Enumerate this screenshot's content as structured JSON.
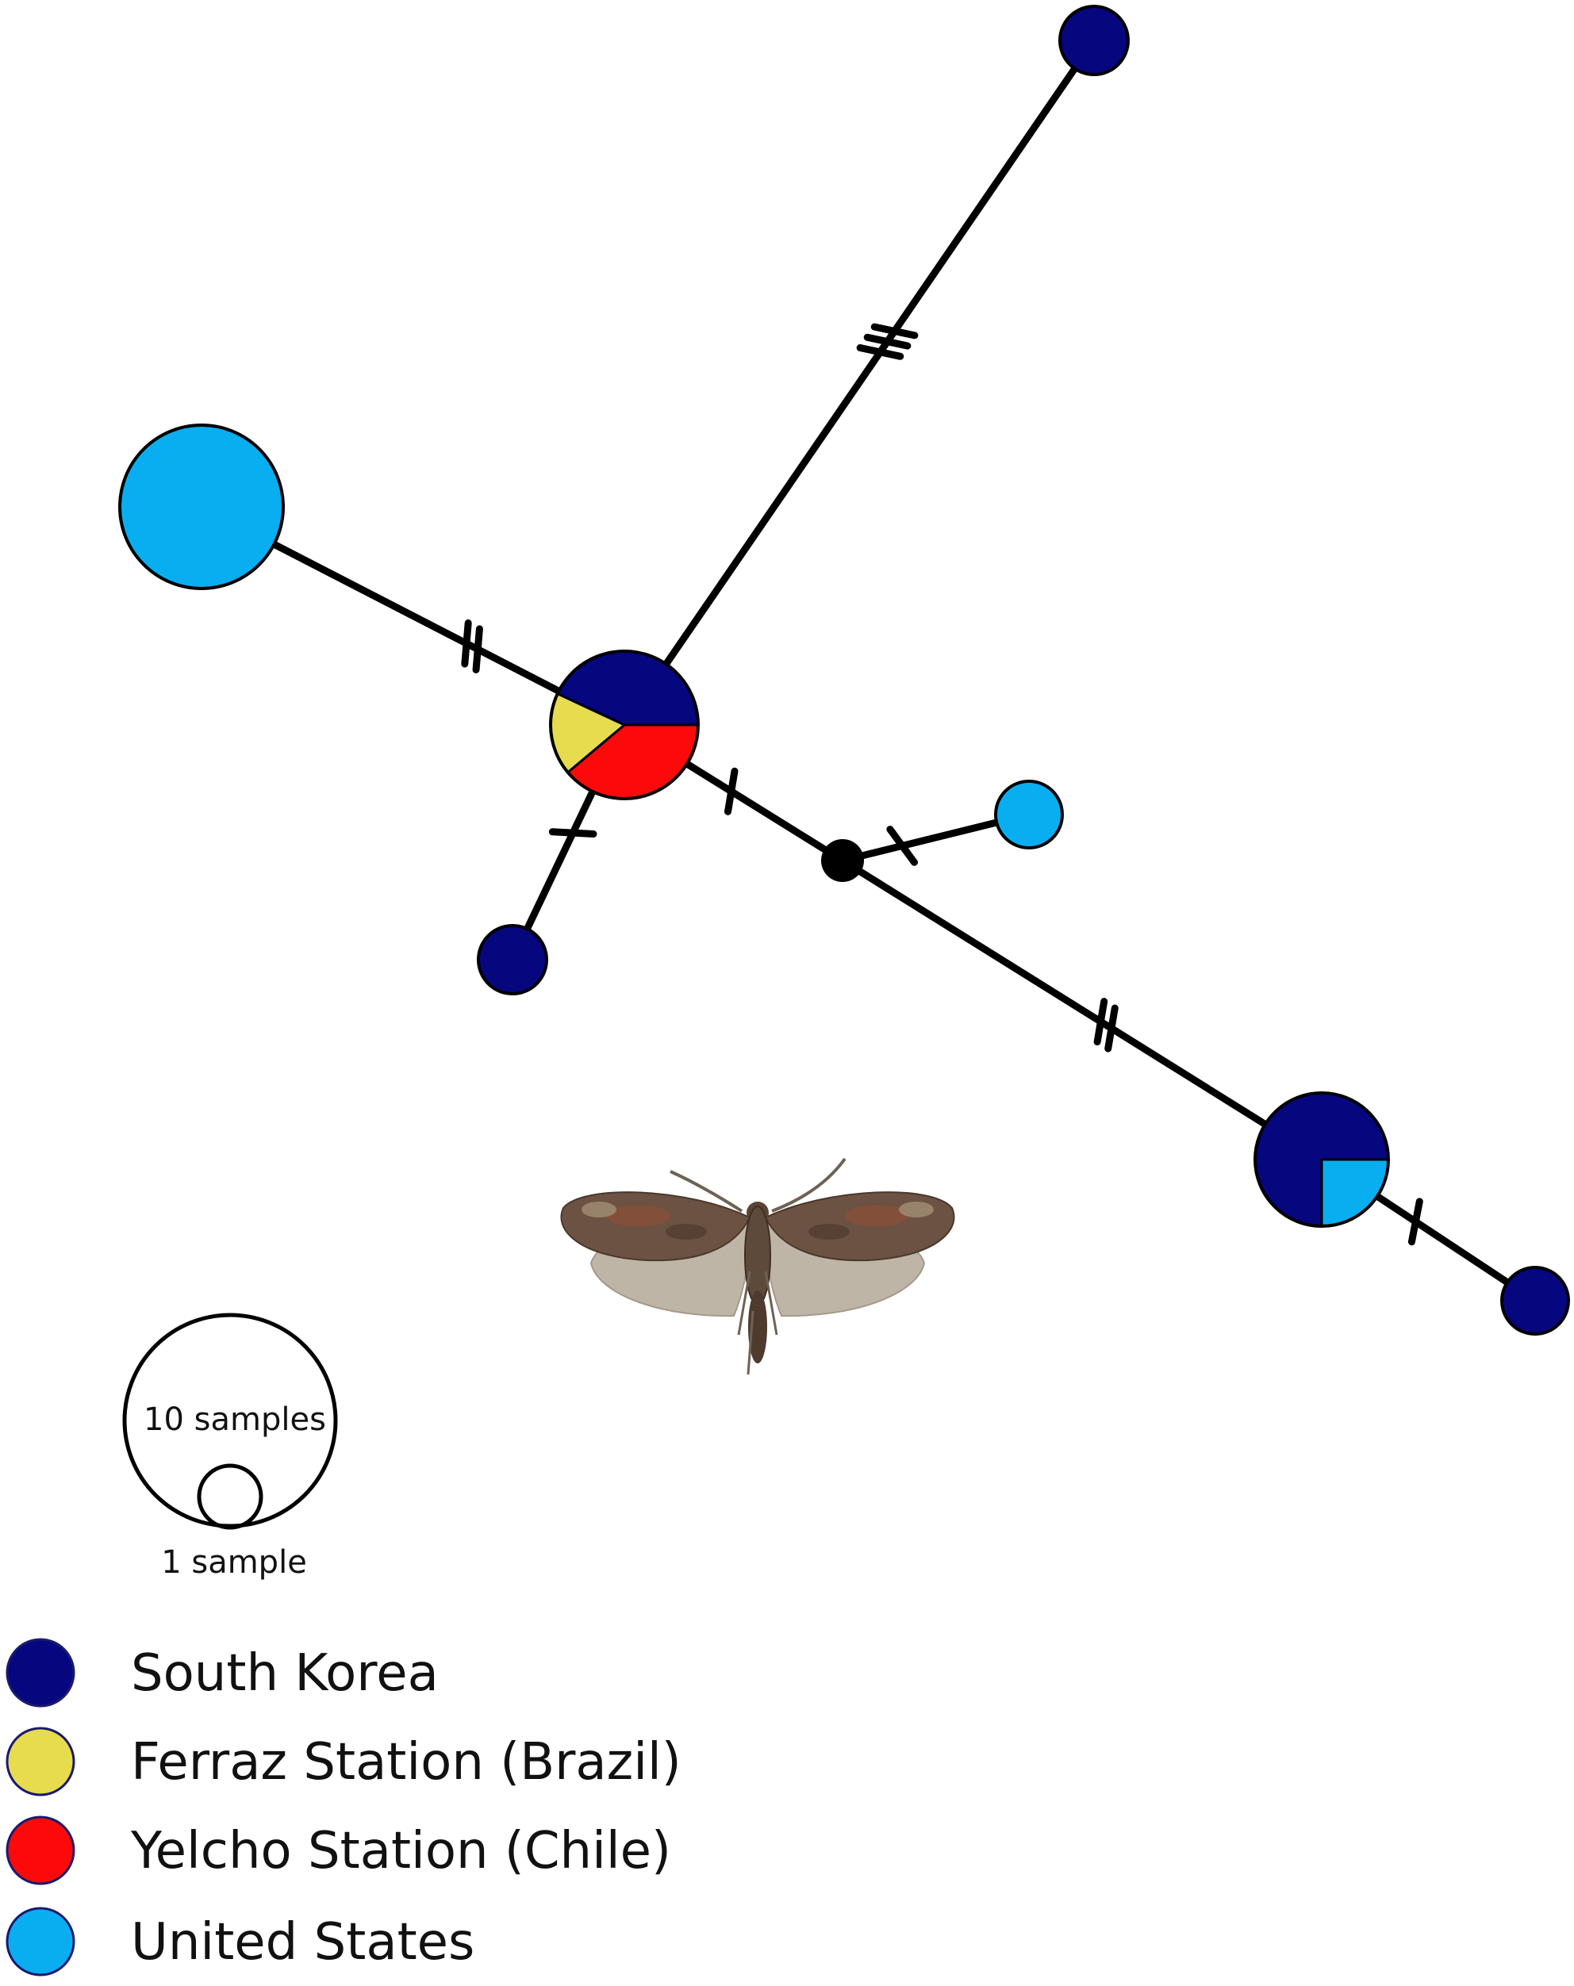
{
  "colors": {
    "south_korea": "#06067e",
    "ferraz_brazil": "#e6dc4e",
    "yelcho_chile": "#fc0a0a",
    "united_states": "#09aef0",
    "median_vector": "#000000",
    "line": "#000000"
  },
  "scale": {
    "large_label": "10 samples",
    "small_label": "1 sample"
  },
  "legend": {
    "items": [
      {
        "key": "south_korea",
        "label": "South Korea"
      },
      {
        "key": "ferraz_brazil",
        "label": "Ferraz Station (Brazil)"
      },
      {
        "key": "yelcho_chile",
        "label": "Yelcho Station (Chile)"
      },
      {
        "key": "united_states",
        "label": "United States"
      }
    ]
  },
  "network": {
    "haplotypes": [
      {
        "id": "h-center",
        "samples": 5,
        "composition": [
          {
            "key": "south_korea",
            "count": 2
          },
          {
            "key": "ferraz_brazil",
            "count": 1
          },
          {
            "key": "yelcho_chile",
            "count": 2
          }
        ]
      },
      {
        "id": "h-us-large",
        "samples": 6,
        "composition": [
          {
            "key": "united_states",
            "count": 6
          }
        ]
      },
      {
        "id": "h-kr-top",
        "samples": 1,
        "composition": [
          {
            "key": "south_korea",
            "count": 1
          }
        ]
      },
      {
        "id": "h-kr-left",
        "samples": 1,
        "composition": [
          {
            "key": "south_korea",
            "count": 1
          }
        ]
      },
      {
        "id": "h-us-small",
        "samples": 1,
        "composition": [
          {
            "key": "united_states",
            "count": 1
          }
        ]
      },
      {
        "id": "h-mixed-right",
        "samples": 4,
        "composition": [
          {
            "key": "south_korea",
            "count": 3
          },
          {
            "key": "united_states",
            "count": 1
          }
        ]
      },
      {
        "id": "h-kr-far-right",
        "samples": 1,
        "composition": [
          {
            "key": "south_korea",
            "count": 1
          }
        ]
      }
    ],
    "median_vectors": [
      {
        "id": "mv-1"
      }
    ],
    "links": [
      {
        "from": "h-center",
        "to": "h-kr-top",
        "mutations": 3
      },
      {
        "from": "h-center",
        "to": "h-us-large",
        "mutations": 2
      },
      {
        "from": "h-center",
        "to": "h-kr-left",
        "mutations": 1
      },
      {
        "from": "h-center",
        "to": "mv-1",
        "mutations": 1
      },
      {
        "from": "mv-1",
        "to": "h-us-small",
        "mutations": 1
      },
      {
        "from": "mv-1",
        "to": "h-mixed-right",
        "mutations": 2
      },
      {
        "from": "h-mixed-right",
        "to": "h-kr-far-right",
        "mutations": 1
      }
    ]
  },
  "specimen": {
    "subject": "moth-photo"
  }
}
